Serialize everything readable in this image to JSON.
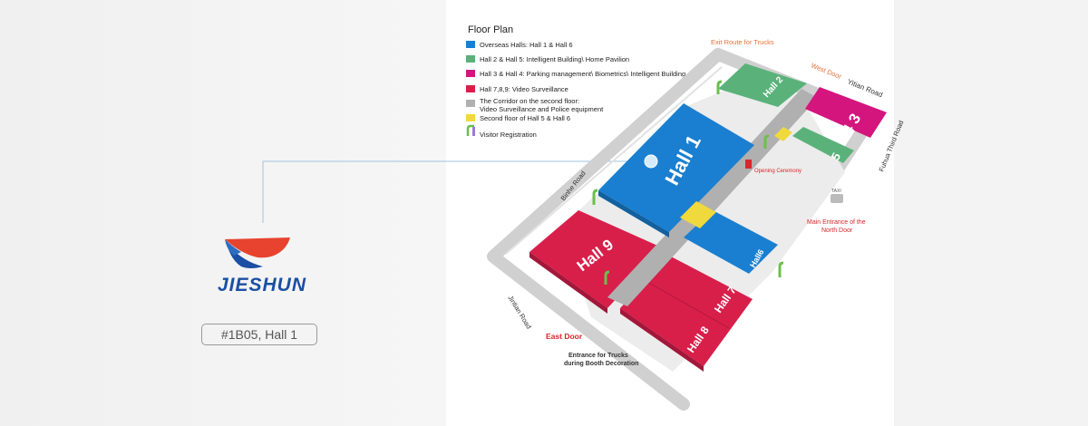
{
  "brand": {
    "name": "JIESHUN",
    "colors": {
      "blue": "#1a4fa3",
      "red": "#e8432e"
    }
  },
  "booth": {
    "label": "#1B05, Hall 1"
  },
  "floor_plan": {
    "title": "Floor Plan",
    "legend": [
      {
        "color": "#1a7fd0",
        "label": "Overseas Halls: Hall 1 & Hall 6"
      },
      {
        "color": "#5ab27a",
        "label": "Hall 2 & Hall 5: Intelligent Building\\ Home Pavilion"
      },
      {
        "color": "#d4157e",
        "label": "Hall 3 & Hall 4: Parking management\\ Biometrics\\ Intelligent Building"
      },
      {
        "color": "#d81f4a",
        "label": "Hall 7,8,9: Video Surveillance"
      },
      {
        "color": "#b0b0b0",
        "label": "The Corridor on the second floor:",
        "label2": "Video Surveillance and Police equipment"
      },
      {
        "color": "#f0d93c",
        "label": "Second floor of Hall 5 & Hall 6"
      },
      {
        "icon": "visitor-registration-icon",
        "color": "#6bc04b",
        "label": "Visitor Registration"
      }
    ],
    "halls": {
      "hall1": "Hall 1",
      "hall2": "Hall 2",
      "hall34": "4 3",
      "hall5": "5",
      "hall6": "Hall6",
      "hall7": "Hall 7",
      "hall8": "Hall 8",
      "hall9": "Hall 9"
    },
    "labels": {
      "exit_trucks": "Exit Route for Trucks",
      "west_door": "West Door",
      "yitian_road": "Yitian Road",
      "fuhua_road": "Fuhua Third Road",
      "binhe_road": "Binhe Road",
      "jintian_road": "Jintian Road",
      "east_door": "East Door",
      "entrance_trucks_1": "Entrance for Trucks",
      "entrance_trucks_2": "during Booth Decoration",
      "main_entrance_1": "Main Entrance of the",
      "main_entrance_2": "North Door",
      "opening_ceremony": "Opening Ceremony",
      "taxi": "TAXI"
    }
  }
}
